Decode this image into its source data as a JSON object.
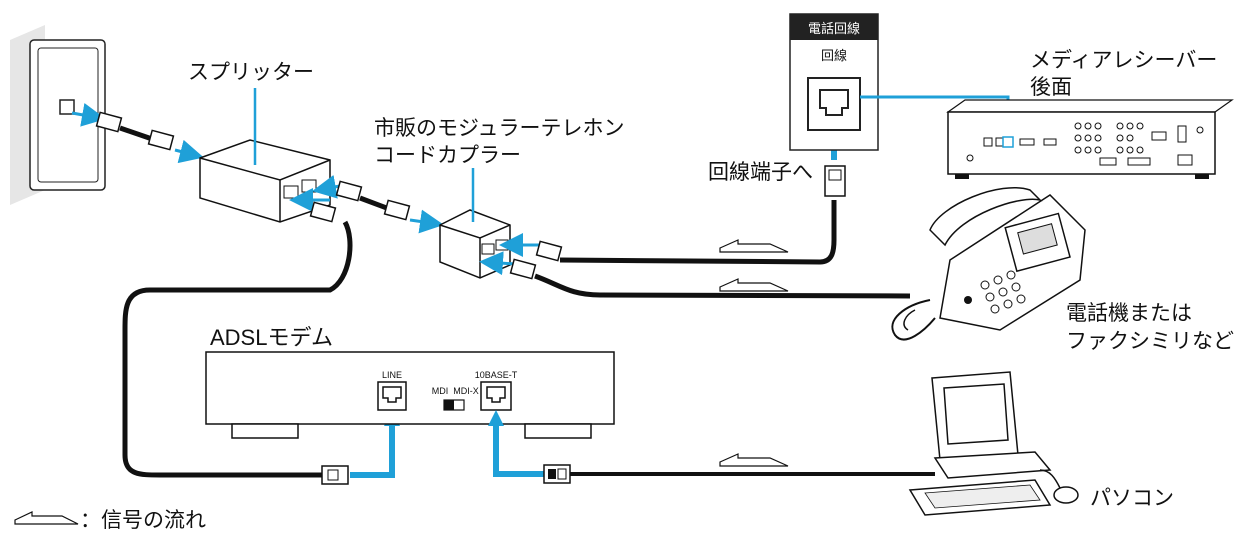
{
  "labels": {
    "splitter": "スプリッター",
    "coupler_line1": "市販のモジュラーテレホン",
    "coupler_line2": "コードカプラー",
    "phone_line_header": "電話回線",
    "phone_line_jack": "回線",
    "to_line_terminal": "回線端子へ",
    "receiver_line1": "メディアレシーバー",
    "receiver_line2": "後面",
    "telephone_line1": "電話機または",
    "telephone_line2": "ファクシミリなど",
    "modem_title": "ADSLモデム",
    "modem_line_port": "LINE",
    "modem_mdi": "MDI",
    "modem_mdix": "MDI-X",
    "modem_lan_port": "10BASE-T",
    "pc": "パソコン",
    "legend": "：信号の流れ"
  },
  "colors": {
    "accent_blue": "#1fa0d8",
    "cable": "#111111",
    "device_fill": "#ffffff",
    "wall_fill": "#e6e6e6"
  }
}
